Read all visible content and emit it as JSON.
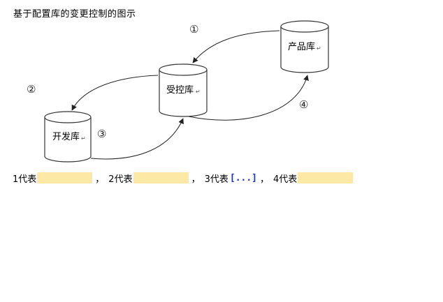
{
  "title": "基于配置库的变更控制的图示",
  "diagram": {
    "nodes": {
      "product": "产品库",
      "controlled": "受控库",
      "development": "开发库"
    },
    "paragraph_mark": "↵",
    "numbers": [
      "①",
      "②",
      "③",
      "④"
    ]
  },
  "question": {
    "items": [
      {
        "label": "1代表",
        "answer": ""
      },
      {
        "label": "2代表",
        "answer": ""
      },
      {
        "label": "3代表",
        "answer": "[...]"
      },
      {
        "label": "4代表",
        "answer": ""
      }
    ],
    "separator": "，"
  }
}
